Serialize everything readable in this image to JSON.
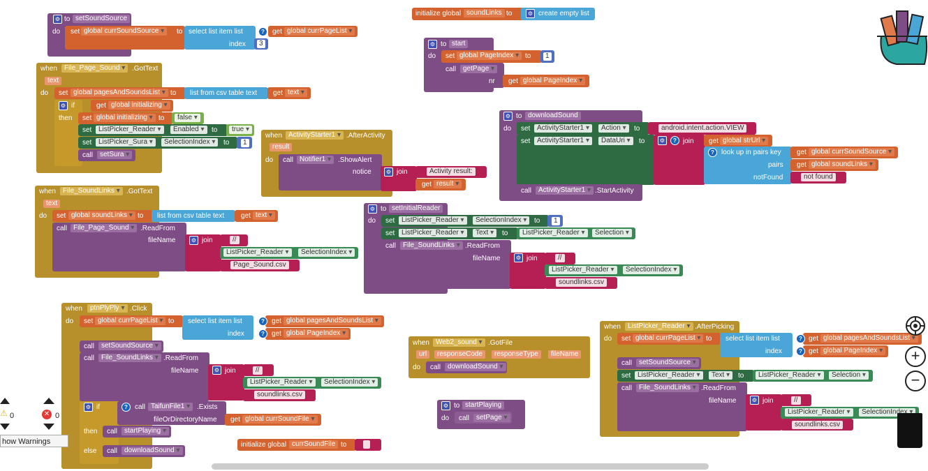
{
  "blocks": {
    "setSoundSource": {
      "to": "to",
      "name": "setSoundSource",
      "do": "do",
      "set": "set",
      "var": "global currSoundSource",
      "to2": "to",
      "select": "select list item  list",
      "get": "get",
      "var2": "global currPageList",
      "index": "index",
      "idx": "3"
    },
    "initSoundLinks": {
      "label": "initialize global",
      "name": "soundLinks",
      "to": "to",
      "create": "create empty list"
    },
    "start": {
      "to": "to",
      "name": "start",
      "do": "do",
      "set": "set",
      "var": "global PageIndex",
      "to2": "to",
      "val": "1",
      "call": "call",
      "proc": "getPage",
      "nr": "nr",
      "get": "get",
      "var2": "global PageIndex"
    },
    "filePageSound": {
      "when": "when",
      "comp": "File_Page_Sound",
      "event": ".GotText",
      "param": "text",
      "do": "do",
      "set": "set",
      "var": "global pagesAndSoundsList",
      "to": "to",
      "csv": "list from csv table  text",
      "get": "get",
      "getvar": "text",
      "if": "if",
      "get2": "get",
      "var2": "global initializing",
      "then": "then",
      "set2": "set",
      "var3": "global initializing",
      "to3": "to",
      "false": "false",
      "set3": "set",
      "c1": "ListPicker_Reader",
      "p1": "Enabled",
      "to4": "to",
      "true": "true",
      "set4": "set",
      "c2": "ListPicker_Sura",
      "p2": "SelectionIndex",
      "to5": "to",
      "n1": "1",
      "call": "call",
      "proc": "setSura"
    },
    "activityStarter": {
      "when": "when",
      "comp": "ActivityStarter1",
      "event": ".AfterActivity",
      "param": "result",
      "do": "do",
      "call": "call",
      "comp2": "Notifier1",
      "method": ".ShowAlert",
      "notice": "notice",
      "join": "join",
      "str": "Activity result: ",
      "get": "get",
      "getvar": "result"
    },
    "downloadSound": {
      "to": "to",
      "name": "downloadSound",
      "do": "do",
      "set": "set",
      "c1": "ActivityStarter1",
      "p1": "Action",
      "to2": "to",
      "action": "android.intent.action.VIEW",
      "set2": "set",
      "c2": "ActivityStarter1",
      "p2": "DataUri",
      "to3": "to",
      "join": "join",
      "get": "get",
      "var": "global strUrl",
      "lookup": "look up in pairs  key",
      "get2": "get",
      "var2": "global currSoundSource",
      "pairs": "pairs",
      "get3": "get",
      "var3": "global soundLinks",
      "notFound": "notFound",
      "nf": "not found",
      "call": "call",
      "c3": "ActivityStarter1",
      "method": ".StartActivity"
    },
    "fileSoundLinks": {
      "when": "when",
      "comp": "File_SoundLinks",
      "event": ".GotText",
      "param": "text",
      "do": "do",
      "set": "set",
      "var": "global soundLinks",
      "to": "to",
      "csv": "list from csv table  text",
      "get": "get",
      "getvar": "text",
      "call": "call",
      "comp2": "File_Page_Sound",
      "method": ".ReadFrom",
      "fileName": "fileName",
      "join": "join",
      "s1": "//",
      "c1": "ListPicker_Reader",
      "p1": "SelectionIndex",
      "s2": "Page_Sound.csv"
    },
    "setInitialReader": {
      "to": "to",
      "name": "setInitialReader",
      "do": "do",
      "set": "set",
      "c1": "ListPicker_Reader",
      "p1": "SelectionIndex",
      "to2": "to",
      "n1": "1",
      "set2": "set",
      "c2": "ListPicker_Reader",
      "p2": "Text",
      "to3": "to",
      "c3": "ListPicker_Reader",
      "p3": "Selection",
      "call": "call",
      "comp": "File_SoundLinks",
      "method": ".ReadFrom",
      "fileName": "fileName",
      "join": "join",
      "s1": "//",
      "c4": "ListPicker_Reader",
      "p4": "SelectionIndex",
      "s2": "soundlinks.csv"
    },
    "ptnPlyPly": {
      "when": "when",
      "comp": "ptnPlyPly",
      "event": ".Click",
      "do": "do",
      "set": "set",
      "var": "global currPageList",
      "to": "to",
      "select": "select list item  list",
      "get": "get",
      "var2": "global pagesAndSoundsList",
      "index": "index",
      "get2": "get",
      "var3": "global PageIndex",
      "call": "call",
      "proc": "setSoundSource",
      "call2": "call",
      "comp2": "File_SoundLinks",
      "method": ".ReadFrom",
      "fileName": "fileName",
      "join": "join",
      "s1": "//",
      "c1": "ListPicker_Reader",
      "p1": "SelectionIndex",
      "s2": "soundlinks.csv",
      "if": "if",
      "call3": "call",
      "comp3": "TaifunFile1",
      "method2": ".Exists",
      "fod": "fileOrDirectoryName",
      "get3": "get",
      "var4": "global currSoundFile",
      "then": "then",
      "call4": "call",
      "proc2": "startPlaying",
      "else": "else",
      "call5": "call",
      "proc3": "downloadSound"
    },
    "web2Sound": {
      "when": "when",
      "comp": "Web2_sound",
      "event": ".GotFile",
      "p1": "url",
      "p2": "responseCode",
      "p3": "responseType",
      "p4": "fileName",
      "do": "do",
      "call": "call",
      "proc": "downloadSound"
    },
    "startPlaying": {
      "to": "to",
      "name": "startPlaying",
      "do": "do",
      "call": "call",
      "proc": "setPage"
    },
    "initCurrSoundFile": {
      "label": "initialize global",
      "name": "currSoundFile",
      "to": "to"
    },
    "afterPicking": {
      "when": "when",
      "comp": "ListPicker_Reader",
      "event": ".AfterPicking",
      "do": "do",
      "set": "set",
      "var": "global currPageList",
      "to": "to",
      "select": "select list item  list",
      "get": "get",
      "var2": "global pagesAndSoundsList",
      "index": "index",
      "get2": "get",
      "var3": "global PageIndex",
      "call": "call",
      "proc": "setSoundSource",
      "set2": "set",
      "c1": "ListPicker_Reader",
      "p1": "Text",
      "to2": "to",
      "c2": "ListPicker_Reader",
      "p2": "Selection",
      "call2": "call",
      "comp2": "File_SoundLinks",
      "method": ".ReadFrom",
      "fileName": "fileName",
      "join": "join",
      "s1": "//",
      "c3": "ListPicker_Reader",
      "p3": "SelectionIndex",
      "s2": "soundlinks.csv"
    }
  },
  "warnings": {
    "warnCount": "0",
    "errCount": "0",
    "showWarnings": "how Warnings"
  },
  "icons": {
    "backpack": "backpack-icon",
    "target": "target-icon",
    "zoomIn": "zoom-in-icon",
    "zoomOut": "zoom-out-icon",
    "trash": "trash-icon"
  }
}
